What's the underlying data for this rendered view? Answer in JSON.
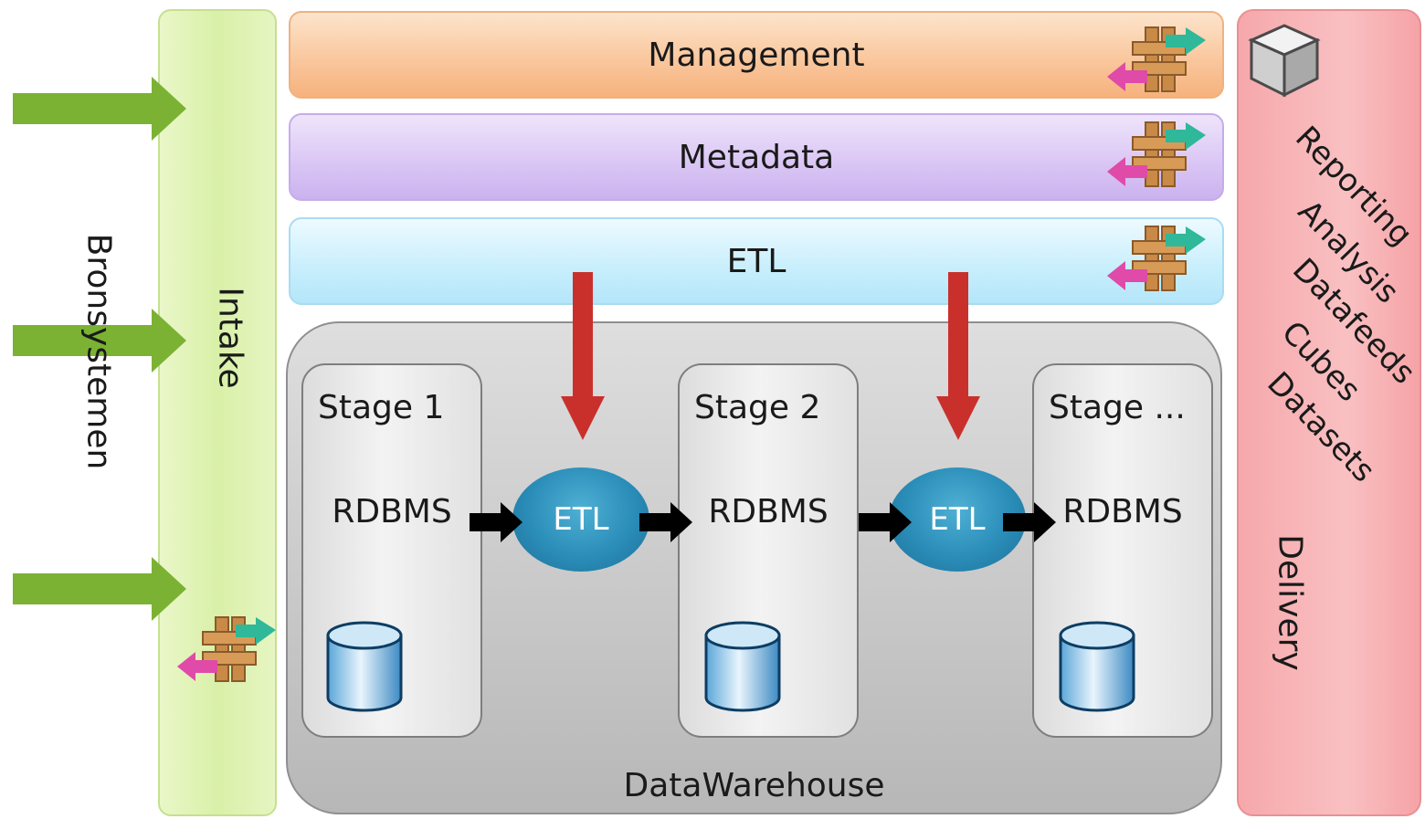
{
  "diagram": {
    "source_label": "Bronsystemen",
    "intake_label": "Intake",
    "delivery_label": "Delivery",
    "bands": {
      "management": "Management",
      "metadata": "Metadata",
      "etl": "ETL"
    },
    "warehouse_label": "DataWarehouse",
    "stages": [
      {
        "title": "Stage 1",
        "db": "RDBMS"
      },
      {
        "title": "Stage 2",
        "db": "RDBMS"
      },
      {
        "title": "Stage ...",
        "db": "RDBMS"
      }
    ],
    "etl_nodes": [
      "ETL",
      "ETL"
    ],
    "delivery_items": [
      "Reporting",
      "Analysis",
      "Datafeeds",
      "Cubes",
      "Datasets"
    ],
    "colors": {
      "intake": "#d9f0a8",
      "delivery": "#f9c0c2",
      "management": "#f9c59a",
      "metadata": "#d9c5f4",
      "etl_band": "#c7eefc",
      "warehouse": "#c9c9c9",
      "etl_node": "#2a8db8",
      "source_arrow": "#7bb233",
      "etl_drop_arrow": "#c9302c",
      "flow_arrow": "#000000"
    },
    "icons": [
      "integration-icon",
      "cube-icon",
      "database-icon"
    ]
  }
}
